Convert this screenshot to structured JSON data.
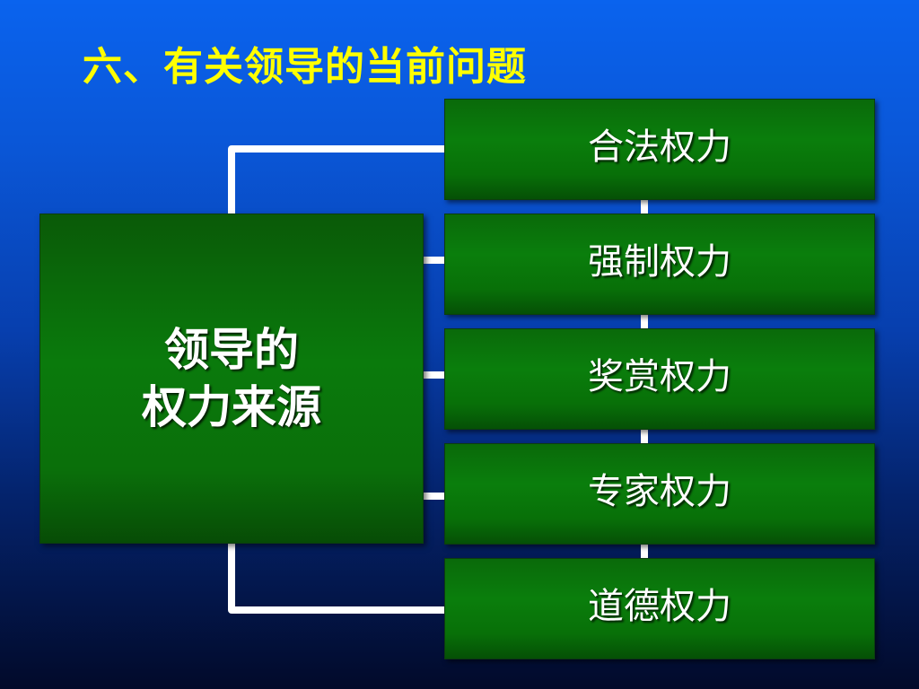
{
  "title": "六、有关领导的当前问题",
  "main": {
    "line1": "领导的",
    "line2": "权力来源"
  },
  "items": [
    {
      "label": "合法权力"
    },
    {
      "label": "强制权力"
    },
    {
      "label": "奖赏权力"
    },
    {
      "label": "专家权力"
    },
    {
      "label": "道德权力"
    }
  ],
  "colors": {
    "title": "#ffff00",
    "box_green": "#0a7a0c",
    "connector": "#ffffff"
  }
}
